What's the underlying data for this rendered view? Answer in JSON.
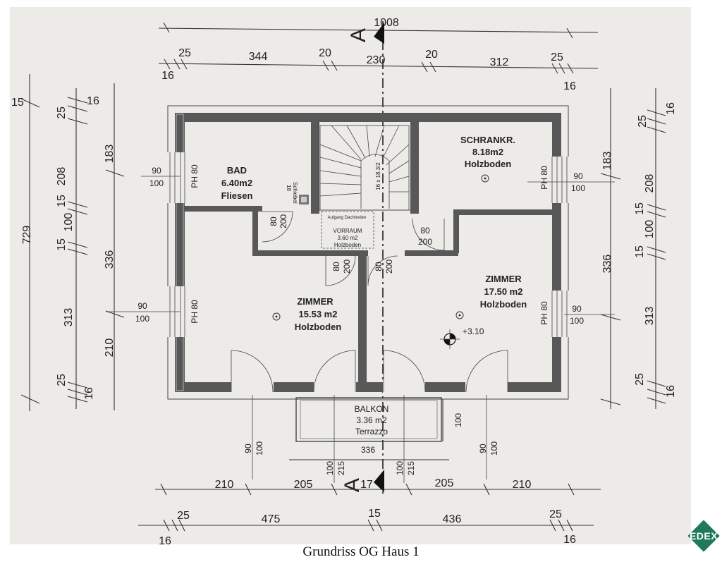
{
  "caption": "Grundriss OG Haus 1",
  "logo_text": "EDEX",
  "colors": {
    "paper": "#ecebe7",
    "wall": "#585858",
    "logo": "#1f7a5c"
  },
  "section_markers": {
    "top": "A",
    "bottom": "A"
  },
  "dimensions": {
    "top_total": "1008",
    "top_row": [
      "25",
      "344",
      "20",
      "230",
      "20",
      "312",
      "25"
    ],
    "top_row_small": [
      "16",
      "16"
    ],
    "bottom_row1": [
      "210",
      "205",
      "17",
      "205",
      "210"
    ],
    "bottom_row2": [
      "25",
      "475",
      "15",
      "436",
      "25"
    ],
    "bottom_row2_small": [
      "16",
      "16"
    ],
    "left_total": "729",
    "left_outer": [
      "183",
      "336",
      "210"
    ],
    "left_inner": [
      "25",
      "16",
      "208",
      "15",
      "100",
      "15",
      "313",
      "25",
      "16"
    ],
    "right_outer": [
      "183",
      "336"
    ],
    "right_inner": [
      "25",
      "16",
      "208",
      "15",
      "100",
      "15",
      "313",
      "25",
      "16"
    ],
    "balkon_width": "336",
    "balkon_side": "100",
    "top_left_small": "15"
  },
  "windows": {
    "bad": {
      "w": "90",
      "h": "100",
      "ph": "PH 80"
    },
    "zimmer_left": {
      "w": "90",
      "h": "100",
      "ph": "PH 80"
    },
    "schrank": {
      "w": "90",
      "h": "100",
      "ph": "PH 80"
    },
    "zimmer_right": {
      "w": "90",
      "h": "100",
      "ph": "PH 80"
    },
    "bottom_left": {
      "w": "90",
      "h": "100"
    },
    "bottom_right": {
      "w": "90",
      "h": "100"
    },
    "balkon_doors": {
      "w": "100",
      "h": "215"
    }
  },
  "doors": {
    "bad": {
      "w": "80",
      "h": "200"
    },
    "schrank": {
      "w": "80",
      "h": "200"
    },
    "zimmer_left": {
      "w": "80",
      "h": "200"
    },
    "zimmer_right": {
      "w": "80",
      "h": "200"
    }
  },
  "rooms": {
    "bad": {
      "name": "BAD",
      "area": "6.40m2",
      "floor": "Fliesen"
    },
    "schrank": {
      "name": "SCHRANKR.",
      "area": "8.18m2",
      "floor": "Holzboden"
    },
    "zimmer_left": {
      "name": "ZIMMER",
      "area": "15.53 m2",
      "floor": "Holzboden"
    },
    "zimmer_right": {
      "name": "ZIMMER",
      "area": "17.50 m2",
      "floor": "Holzboden"
    },
    "vorraum": {
      "name": "VORRAUM",
      "area": "3.60 m2",
      "floor": "Holzboden",
      "note": "Aufgang Dachboden"
    },
    "balkon": {
      "name": "BALKON",
      "area": "3.36 m2",
      "floor": "Terrazzo"
    }
  },
  "schiebel": {
    "label": "Schiebel",
    "size": "18"
  },
  "stair_label": "16 x 18.3/2",
  "level_mark": "+3.10"
}
